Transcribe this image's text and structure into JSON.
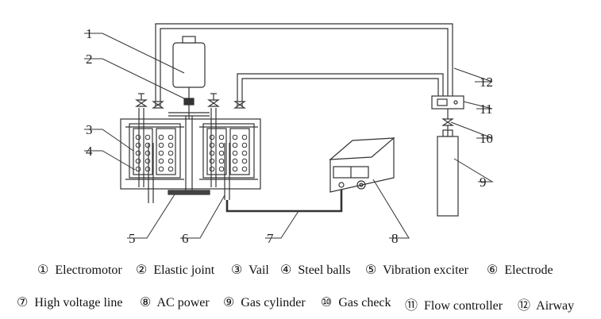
{
  "callouts": [
    "1",
    "2",
    "3",
    "4",
    "5",
    "6",
    "7",
    "8",
    "9",
    "10",
    "11",
    "12"
  ],
  "legend": {
    "row1": [
      {
        "num": "①",
        "text": "Electromotor"
      },
      {
        "num": "②",
        "text": "Elastic joint"
      },
      {
        "num": "③",
        "text": "Vail"
      },
      {
        "num": "④",
        "text": "Steel balls"
      },
      {
        "num": "⑤",
        "text": "Vibration exciter"
      },
      {
        "num": "⑥",
        "text": "Electrode"
      }
    ],
    "row2": [
      {
        "num": "⑦",
        "text": "High voltage line"
      },
      {
        "num": "⑧",
        "text": "AC power"
      },
      {
        "num": "⑨",
        "text": "Gas cylinder"
      },
      {
        "num": "⑩",
        "text": "Gas check"
      },
      {
        "num": "⑪",
        "text": "Flow controller"
      },
      {
        "num": "⑫",
        "text": "Airway"
      }
    ]
  }
}
